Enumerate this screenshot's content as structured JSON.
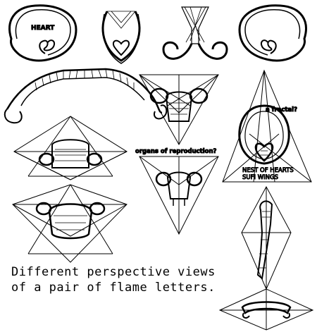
{
  "labels": {
    "heart": "HEART",
    "organs": "organs of reproduction?",
    "fractal": "a fractal?",
    "nest": "NEST OF HEARTS",
    "sufi": "SUFI WINGS"
  },
  "caption": {
    "line1": "Different perspective views",
    "line2": "of a pair of flame letters."
  },
  "colors": {
    "ink": "#000000",
    "background": "#ffffff"
  }
}
